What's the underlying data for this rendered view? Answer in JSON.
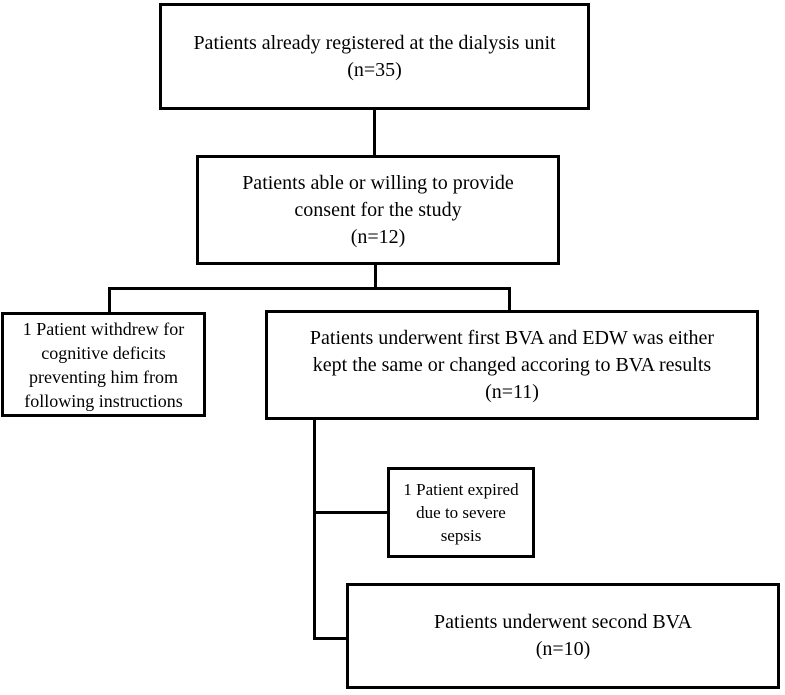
{
  "canvas": {
    "background": "#ffffff",
    "stroke_color": "#000000",
    "text_color": "#000000"
  },
  "nodes": {
    "registered": {
      "lines": [
        "Patients already registered at the dialysis unit",
        "(n=35)"
      ]
    },
    "consent": {
      "lines": [
        "Patients able or willing to provide",
        "consent for the study",
        "(n=12)"
      ]
    },
    "withdrew": {
      "lines": [
        "1 Patient withdrew for",
        "cognitive deficits",
        "preventing him from",
        "following instructions"
      ]
    },
    "first_bva": {
      "lines": [
        "Patients underwent first BVA and EDW was either",
        "kept the same or changed accoring to BVA results",
        "(n=11)"
      ]
    },
    "expired": {
      "lines": [
        "1 Patient expired",
        "due to severe",
        "sepsis"
      ]
    },
    "second_bva": {
      "lines": [
        "Patients underwent second BVA",
        "(n=10)"
      ]
    }
  }
}
